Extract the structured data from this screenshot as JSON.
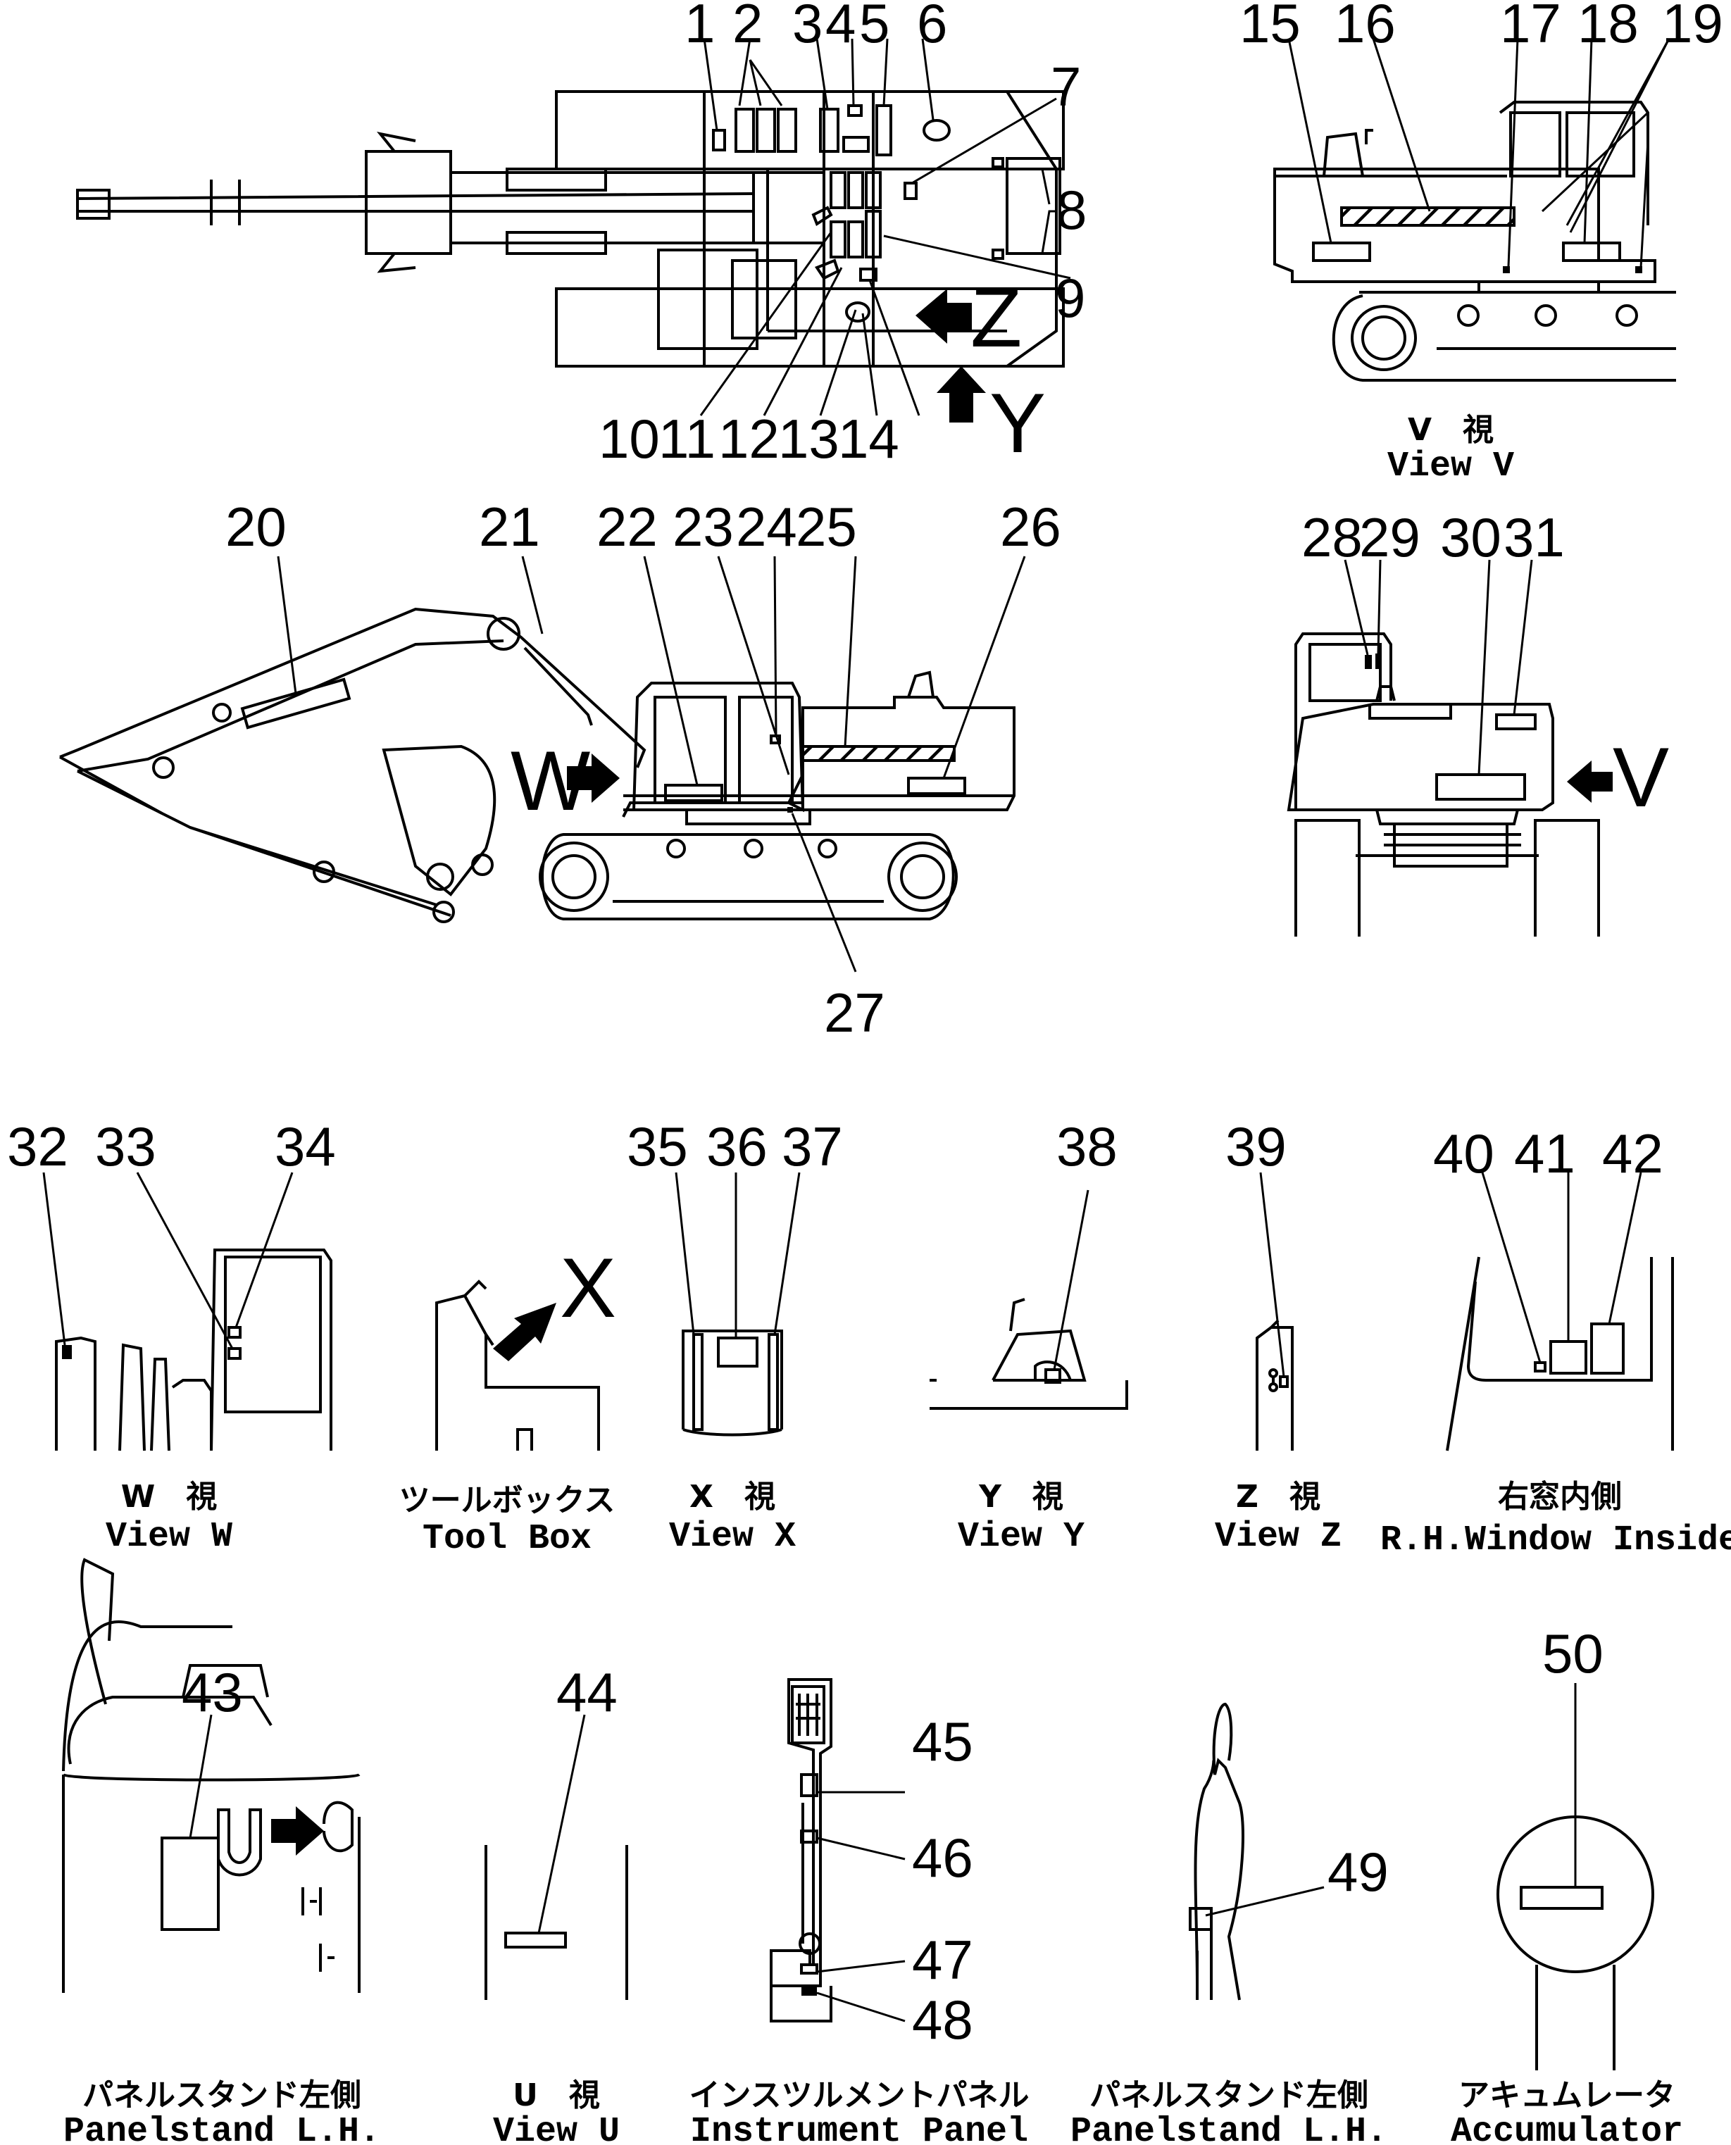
{
  "view_letters": {
    "z": "Z",
    "y": "Y",
    "w": "W",
    "v": "V",
    "x": "X",
    "u": "U"
  },
  "callouts": {
    "n1": "1",
    "n2": "2",
    "n3": "3",
    "n4": "4",
    "n5": "5",
    "n6": "6",
    "n7": "7",
    "n8": "8",
    "n9": "9",
    "n10": "10",
    "n11": "11",
    "n12": "12",
    "n13": "13",
    "n14": "14",
    "n15": "15",
    "n16": "16",
    "n17": "17",
    "n18": "18",
    "n19": "19",
    "n20": "20",
    "n21": "21",
    "n22": "22",
    "n23": "23",
    "n24": "24",
    "n25": "25",
    "n26": "26",
    "n27": "27",
    "n28": "28",
    "n29": "29",
    "n30": "30",
    "n31": "31",
    "n32": "32",
    "n33": "33",
    "n34": "34",
    "n35": "35",
    "n36": "36",
    "n37": "37",
    "n38": "38",
    "n39": "39",
    "n40": "40",
    "n41": "41",
    "n42": "42",
    "n43": "43",
    "n44": "44",
    "n45": "45",
    "n46": "46",
    "n47": "47",
    "n48": "48",
    "n49": "49",
    "n50": "50"
  },
  "captions": {
    "view_v": {
      "jp": "V　視",
      "en": "View V"
    },
    "view_w": {
      "jp": "W　視",
      "en": "View W"
    },
    "tool_box": {
      "jp": "ツールボックス",
      "en": "Tool Box"
    },
    "view_x": {
      "jp": "X　視",
      "en": "View X"
    },
    "view_y": {
      "jp": "Y　視",
      "en": "View Y"
    },
    "view_z": {
      "jp": "Z　視",
      "en": "View Z"
    },
    "rh_window": {
      "jp": "右窓内側",
      "en": "R.H.Window Inside"
    },
    "panelstand_1": {
      "jp": "パネルスタンド左側",
      "en": "Panelstand L.H."
    },
    "view_u": {
      "jp": "U　視",
      "en": "View U"
    },
    "instrument_panel": {
      "jp": "インスツルメントパネル",
      "en": "Instrument Panel"
    },
    "panelstand_2": {
      "jp": "パネルスタンド左側",
      "en": "Panelstand L.H."
    },
    "accumulator": {
      "jp": "アキュムレータ",
      "en": "Accumulator"
    }
  }
}
